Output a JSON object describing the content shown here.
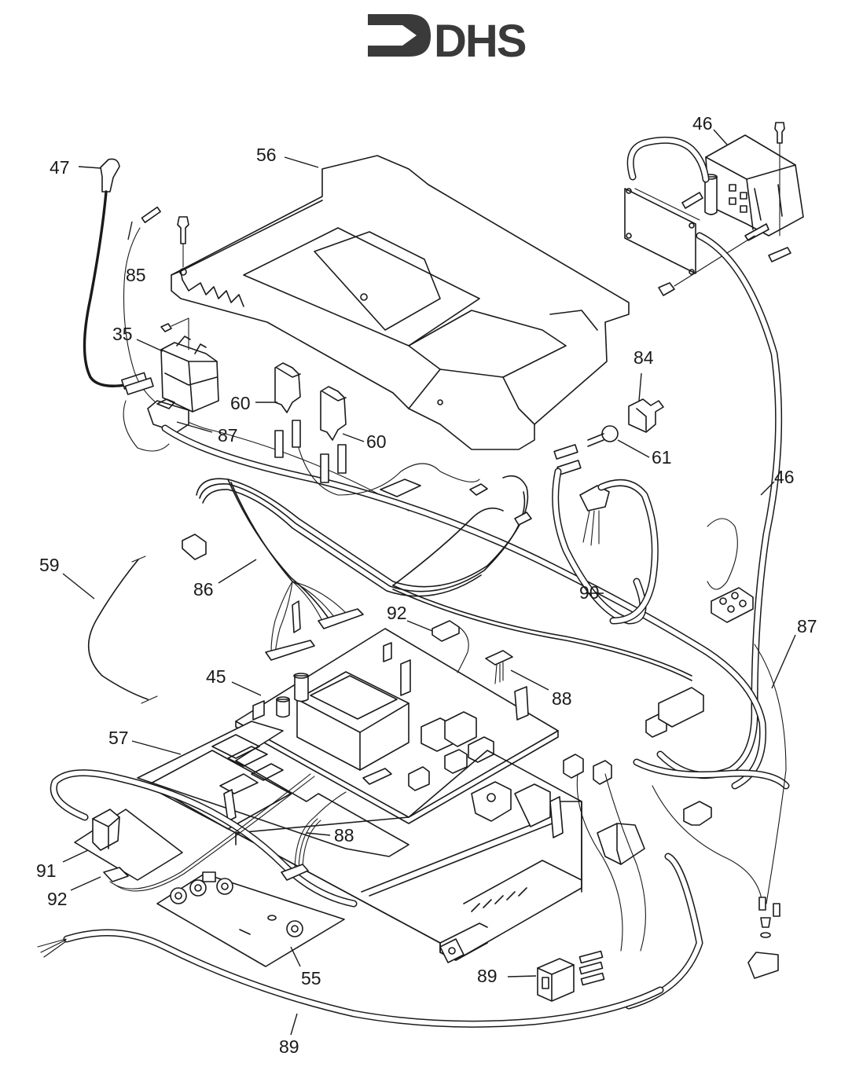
{
  "logo": {
    "text": "DHS",
    "color": "#3a3a3a"
  },
  "diagram": {
    "type": "exploded parts diagram",
    "callouts": [
      {
        "id": "47",
        "label": "47",
        "part": "ignition-lead"
      },
      {
        "id": "85",
        "label": "85",
        "part": "earth-lead"
      },
      {
        "id": "56",
        "label": "56",
        "part": "control-box-cover"
      },
      {
        "id": "46a",
        "label": "46",
        "part": "transformer"
      },
      {
        "id": "35",
        "label": "35",
        "part": "ignition-unit"
      },
      {
        "id": "87a",
        "label": "87",
        "part": "harness-connector"
      },
      {
        "id": "60a",
        "label": "60",
        "part": "switch-left"
      },
      {
        "id": "60b",
        "label": "60",
        "part": "switch-right"
      },
      {
        "id": "84",
        "label": "84",
        "part": "retaining-clip"
      },
      {
        "id": "61",
        "label": "61",
        "part": "indicator-lamp"
      },
      {
        "id": "46b",
        "label": "46",
        "part": "transformer-cable"
      },
      {
        "id": "59",
        "label": "59",
        "part": "link-wire"
      },
      {
        "id": "86",
        "label": "86",
        "part": "main-wiring-harness"
      },
      {
        "id": "90",
        "label": "90",
        "part": "sensor-lead"
      },
      {
        "id": "92a",
        "label": "92",
        "part": "connector-upper"
      },
      {
        "id": "87b",
        "label": "87",
        "part": "harness-right"
      },
      {
        "id": "45",
        "label": "45",
        "part": "main-pcb"
      },
      {
        "id": "88a",
        "label": "88",
        "part": "ribbon-lead-upper"
      },
      {
        "id": "57",
        "label": "57",
        "part": "pcb-tray"
      },
      {
        "id": "88b",
        "label": "88",
        "part": "ribbon-lead-lower"
      },
      {
        "id": "91",
        "label": "91",
        "part": "relay-board"
      },
      {
        "id": "92b",
        "label": "92",
        "part": "connector-lower"
      },
      {
        "id": "55",
        "label": "55",
        "part": "control-pcb"
      },
      {
        "id": "89a",
        "label": "89",
        "part": "switch-89"
      },
      {
        "id": "89b",
        "label": "89",
        "part": "mains-cable"
      }
    ]
  }
}
